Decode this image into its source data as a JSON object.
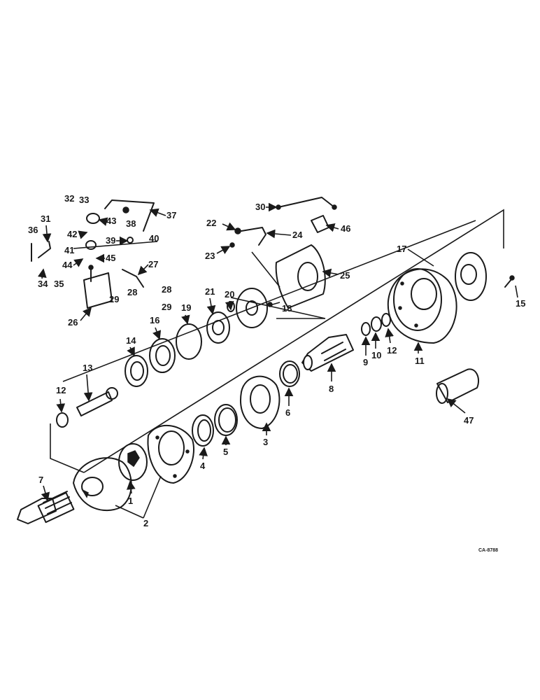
{
  "diagram": {
    "drawing_code": "CA-8788",
    "callouts": [
      "1",
      "2",
      "3",
      "4",
      "5",
      "6",
      "7",
      "8",
      "9",
      "10",
      "11",
      "12",
      "12",
      "13",
      "14",
      "15",
      "16",
      "17",
      "18",
      "19",
      "20",
      "21",
      "22",
      "23",
      "24",
      "25",
      "26",
      "27",
      "28",
      "28",
      "29",
      "29",
      "30",
      "31",
      "32",
      "33",
      "34",
      "35",
      "36",
      "37",
      "38",
      "39",
      "40",
      "41",
      "42",
      "43",
      "44",
      "45",
      "46",
      "47"
    ]
  }
}
